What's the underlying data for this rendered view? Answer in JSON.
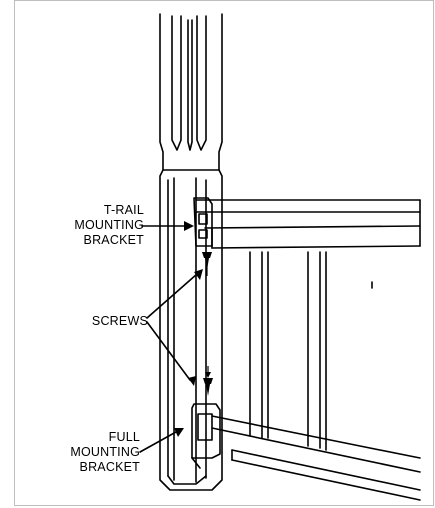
{
  "labels": {
    "t_rail": [
      "T-RAIL",
      "MOUNTING",
      "BRACKET"
    ],
    "screws": "SCREWS",
    "full": [
      "FULL",
      "MOUNTING",
      "BRACKET"
    ]
  },
  "colors": {
    "ink": "#000000",
    "paper": "#ffffff",
    "border": "#bfbfbf"
  }
}
